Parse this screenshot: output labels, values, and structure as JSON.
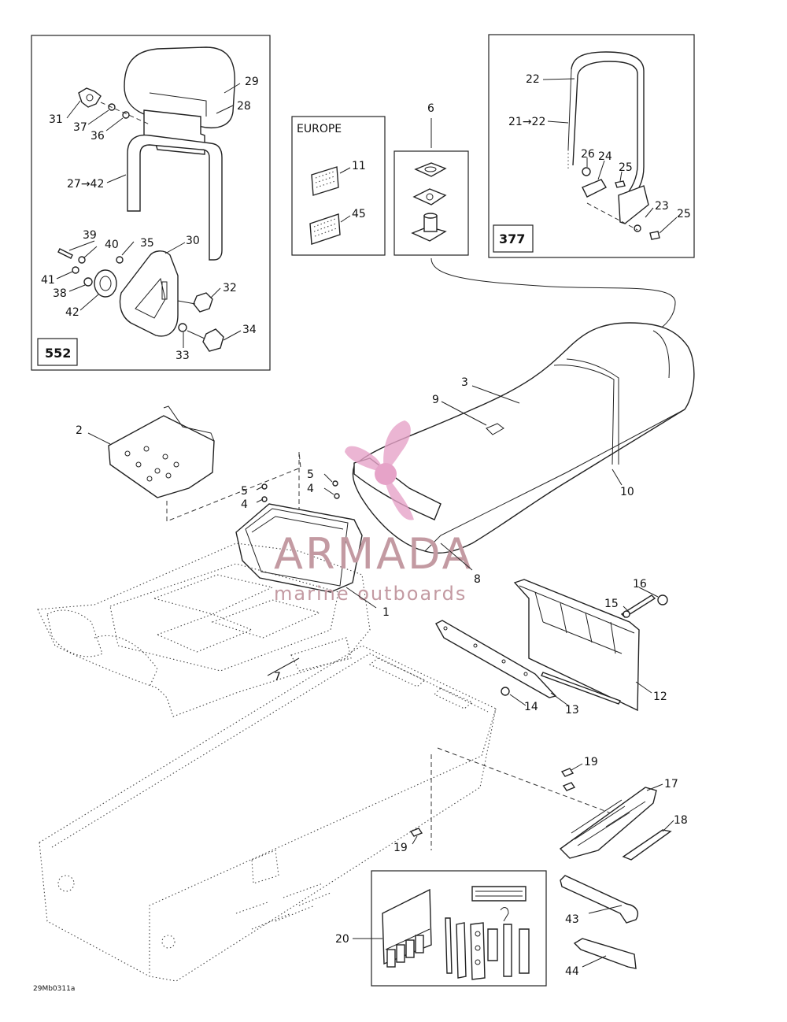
{
  "insets": {
    "left_id": "552",
    "right_id": "377",
    "europe_title": "EUROPE"
  },
  "watermark": {
    "brand": "ARMADA",
    "tagline": "marine outboards",
    "logo_color": "#e6a3c8",
    "text_color": "#c39aa2"
  },
  "drawing_code": "29Mb0311a",
  "callouts": {
    "c1": "1",
    "c2": "2",
    "c3": "3",
    "c4a": "4",
    "c4b": "4",
    "c5a": "5",
    "c5b": "5",
    "c6": "6",
    "c7": "7",
    "c8": "8",
    "c9": "9",
    "c10": "10",
    "c11": "11",
    "c12": "12",
    "c13": "13",
    "c14": "14",
    "c15": "15",
    "c16": "16",
    "c17": "17",
    "c18": "18",
    "c19a": "19",
    "c19b": "19",
    "c20": "20",
    "c21": "21→22",
    "c22": "22",
    "c23": "23",
    "c24": "24",
    "c25a": "25",
    "c25b": "25",
    "c26": "26",
    "c27": "27→42",
    "c28": "28",
    "c29": "29",
    "c30": "30",
    "c31": "31",
    "c32": "32",
    "c33": "33",
    "c34": "34",
    "c35": "35",
    "c36": "36",
    "c37": "37",
    "c38": "38",
    "c39": "39",
    "c40": "40",
    "c41": "41",
    "c42": "42",
    "c43": "43",
    "c44": "44",
    "c45": "45"
  }
}
